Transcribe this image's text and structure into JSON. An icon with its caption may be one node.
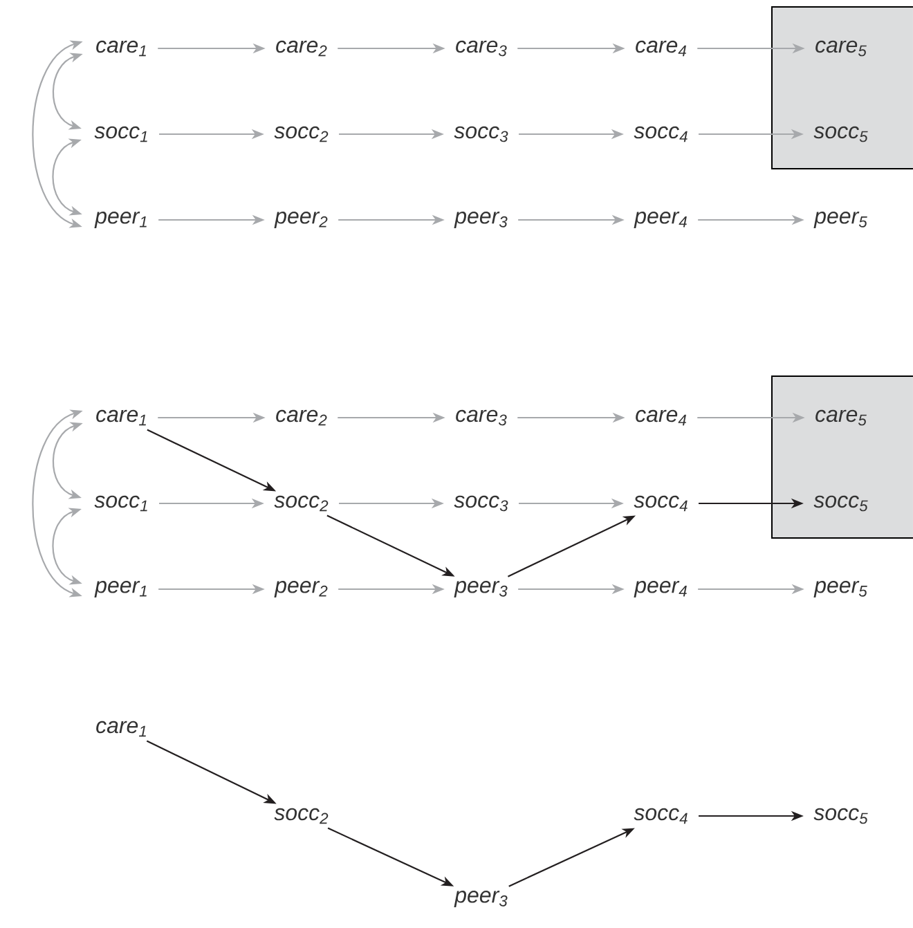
{
  "diagram": {
    "nodes": [
      {
        "text": [],
        "shape": "box"
      },
      {
        "text": [
          "care$_{1}$"
        ]
      },
      {
        "text": [
          "care$_{2}$"
        ]
      },
      {
        "text": [
          "care$_{3}$"
        ]
      },
      {
        "text": [
          "care$_{4}$"
        ]
      },
      {
        "text": [
          "care$_{5}$"
        ],
        "in": 0
      },
      {
        "text": [
          "socc$_{1}$"
        ]
      },
      {
        "text": [
          "socc$_{2}$"
        ]
      },
      {
        "text": [
          "socc$_{3}$"
        ]
      },
      {
        "text": [
          "socc$_{4}$"
        ]
      },
      {
        "text": [
          "socc$_{5}$"
        ],
        "in": 0
      },
      {
        "text": [
          "peer$_{1}$"
        ]
      },
      {
        "text": [
          "peer$_{2}$"
        ]
      },
      {
        "text": [
          "peer$_{3}$"
        ]
      },
      {
        "text": [
          "peer$_{4}$"
        ]
      },
      {
        "text": [
          "peer$_{5}$"
        ]
      },
      {
        "text": [],
        "shape": "box"
      },
      {
        "text": [
          "care$_{1}$"
        ]
      },
      {
        "text": [
          "care$_{2}$"
        ]
      },
      {
        "text": [
          "care$_{3}$"
        ]
      },
      {
        "text": [
          "care$_{4}$"
        ]
      },
      {
        "text": [
          "care$_{5}$"
        ],
        "in": 16
      },
      {
        "text": [
          "socc$_{1}$"
        ]
      },
      {
        "text": [
          "socc$_{2}$"
        ]
      },
      {
        "text": [
          "socc$_{3}$"
        ]
      },
      {
        "text": [
          "socc$_{4}$"
        ]
      },
      {
        "text": [
          "socc$_{5}$"
        ],
        "in": 16
      },
      {
        "text": [
          "peer$_{1}$"
        ]
      },
      {
        "text": [
          "peer$_{2}$"
        ]
      },
      {
        "text": [
          "peer$_{3}$"
        ]
      },
      {
        "text": [
          "peer$_{4}$"
        ]
      },
      {
        "text": [
          "peer$_{5}$"
        ]
      },
      {
        "text": [
          "care$_{1}$"
        ]
      },
      {
        "text": [
          "socc$_{2}$"
        ]
      },
      {
        "text": [
          "socc$_{4}$"
        ]
      },
      {
        "text": [
          "socc$_{5}$"
        ]
      },
      {
        "text": [
          "peer$_{3}$"
        ]
      }
    ],
    "edges": [
      {
        "from": 1,
        "to": 6,
        "arrow": "both"
      },
      {
        "from": 6,
        "to": 11,
        "arrow": "both"
      },
      {
        "from": 1,
        "to": 11,
        "arrow": "both"
      },
      {
        "from": 1,
        "to": 2,
        "arrow": "to"
      },
      {
        "from": 2,
        "to": 3,
        "arrow": "to"
      },
      {
        "from": 3,
        "to": 4,
        "arrow": "to"
      },
      {
        "from": 4,
        "to": 5,
        "arrow": "to"
      },
      {
        "from": 6,
        "to": 7,
        "arrow": "to"
      },
      {
        "from": 7,
        "to": 8,
        "arrow": "to"
      },
      {
        "from": 8,
        "to": 9,
        "arrow": "to"
      },
      {
        "from": 9,
        "to": 10,
        "arrow": "to"
      },
      {
        "from": 11,
        "to": 12,
        "arrow": "to"
      },
      {
        "from": 12,
        "to": 13,
        "arrow": "to"
      },
      {
        "from": 13,
        "to": 14,
        "arrow": "to"
      },
      {
        "from": 14,
        "to": 15,
        "arrow": "to"
      },
      {
        "from": 17,
        "to": 22,
        "arrow": "both"
      },
      {
        "from": 22,
        "to": 27,
        "arrow": "both"
      },
      {
        "from": 17,
        "to": 27,
        "arrow": "both"
      },
      {
        "from": 17,
        "to": 18,
        "arrow": "to"
      },
      {
        "from": 18,
        "to": 19,
        "arrow": "to"
      },
      {
        "from": 19,
        "to": 20,
        "arrow": "to"
      },
      {
        "from": 20,
        "to": 21,
        "arrow": "to"
      },
      {
        "from": 22,
        "to": 23,
        "arrow": "to"
      },
      {
        "from": 23,
        "to": 24,
        "arrow": "to"
      },
      {
        "from": 24,
        "to": 25,
        "arrow": "to"
      },
      {
        "from": 27,
        "to": 28,
        "arrow": "to"
      },
      {
        "from": 28,
        "to": 29,
        "arrow": "to"
      },
      {
        "from": 29,
        "to": 30,
        "arrow": "to"
      },
      {
        "from": 30,
        "to": 31,
        "arrow": "to"
      },
      {
        "from": 17,
        "to": 23,
        "arrow": "to",
        "color": "#231f20"
      },
      {
        "from": 23,
        "to": 29,
        "arrow": "to",
        "color": "#231f20"
      },
      {
        "from": 29,
        "to": 25,
        "arrow": "to",
        "color": "#231f20"
      },
      {
        "from": 25,
        "to": 26,
        "arrow": "to",
        "color": "#231f20"
      },
      {
        "from": 32,
        "to": 33,
        "arrow": "to",
        "color": "#231f20"
      },
      {
        "from": 33,
        "to": 36,
        "arrow": "to",
        "color": "#231f20"
      },
      {
        "from": 36,
        "to": 34,
        "arrow": "to",
        "color": "#231f20"
      },
      {
        "from": 34,
        "to": 35,
        "arrow": "to",
        "color": "#231f20"
      }
    ]
  }
}
